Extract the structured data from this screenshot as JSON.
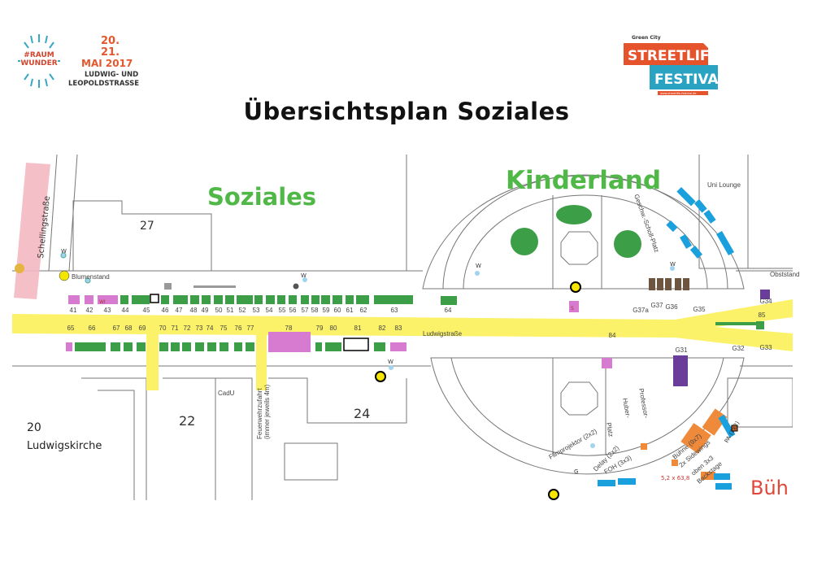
{
  "header": {
    "title": "Übersichtsplan Soziales",
    "left_logo": {
      "brand": "#RAUM WUNDER",
      "date1": "20.",
      "date2": "21.",
      "month": "MAI 2017",
      "line1": "LUDWIG- UND",
      "line2": "LEOPOLDSTRASSE"
    },
    "right_logo": {
      "sponsor": "Green City",
      "line1": "STREETLIFE",
      "line2": "FESTIVAL",
      "url": "www.streetlife-festival.de"
    }
  },
  "map": {
    "areas": {
      "soziales": "Soziales",
      "kinderland": "Kinderland",
      "buehne": "Büh"
    },
    "buildings": {
      "b27": "27",
      "b22": "22",
      "b24": "24",
      "b20": "20",
      "ludwigskirche": "Ludwigskirche",
      "cadu": "CadU",
      "uni_lounge": "Uni Lounge",
      "obststand": "Obststand"
    },
    "streets": {
      "schelling": "Schellingstraße",
      "professor": "Professor-",
      "huber": "Huber-",
      "platz": "Platz",
      "schnitter": "Geschw.-Scholl-Platz",
      "ludwigstr": "Ludwigstraße"
    },
    "labels": {
      "blumenstand": "Blumenstand",
      "feuerwehr1": "Feuerwehrzufahrt",
      "feuerwehr2": "(immer jeweils 4m)",
      "W": "W",
      "G": "G",
      "S": "S",
      "WI": "WI",
      "film": "Filmprojektor (2x2)",
      "delay": "Delay (2x2)",
      "foh": "FOH (3x3)",
      "buehne_lbl": "Bühne (9x7)",
      "seitenwing": "2x Sidewings",
      "oberste": "oben 3x3",
      "backstage": "Backstage",
      "size": "5,2 x 63,8",
      "pa": "PA (2x2)"
    },
    "stalls_top": [
      "41",
      "42",
      "43",
      "44",
      "45",
      "46",
      "47",
      "48",
      "49",
      "50",
      "51",
      "52",
      "53",
      "54",
      "55",
      "56",
      "57",
      "58",
      "59",
      "60",
      "61",
      "62",
      "63",
      "64"
    ],
    "stalls_bottom": [
      "65",
      "66",
      "67",
      "68",
      "69",
      "70",
      "71",
      "72",
      "73",
      "74",
      "75",
      "76",
      "77",
      "78",
      "79",
      "80",
      "81",
      "82",
      "83"
    ],
    "stalls_right": [
      "G37a",
      "G37",
      "G36",
      "G35",
      "G34",
      "85",
      "84",
      "G31",
      "G32",
      "G33"
    ]
  },
  "colors": {
    "stall": "#3c9e46",
    "social": "#d77bd0",
    "road": "#fbf26a",
    "blue": "#1aa0dc",
    "orange": "#ef8a3a",
    "purple": "#6a3d9a",
    "kinder": "#4fb847",
    "red": "#e0473a"
  }
}
